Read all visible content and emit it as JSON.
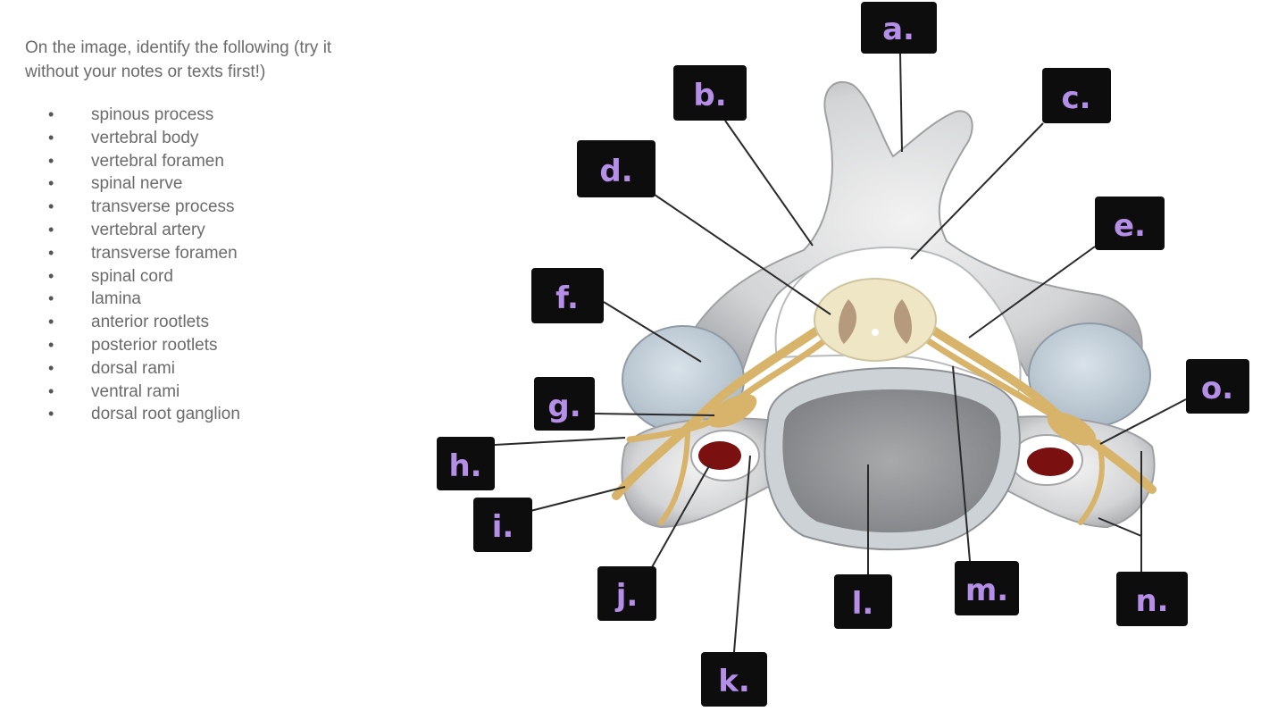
{
  "instructions": {
    "prompt": "On the image, identify the following (try it without your notes or texts first!)",
    "terms": [
      "spinous process",
      "vertebral body",
      "vertebral foramen",
      "spinal nerve",
      "transverse process",
      "vertebral artery",
      "transverse foramen",
      "spinal cord",
      "lamina",
      "anterior rootlets",
      "posterior rootlets",
      "dorsal rami",
      "ventral rami",
      "dorsal root ganglion"
    ]
  },
  "labels": {
    "a": "a.",
    "b": "b.",
    "c": "c.",
    "d": "d.",
    "e": "e.",
    "f": "f.",
    "g": "g.",
    "h": "h.",
    "i": "i.",
    "j": "j.",
    "k": "k.",
    "l": "l.",
    "m": "m.",
    "n": "n.",
    "o": "o."
  },
  "colors": {
    "bone": "#d9dadb",
    "cartilage": "#bcc8d2",
    "nerve": "#d8b46a",
    "cord": "#efe6c6",
    "artery": "#7a1010",
    "label_box": "#0d0d0d",
    "label_text": "#b58ee8"
  }
}
